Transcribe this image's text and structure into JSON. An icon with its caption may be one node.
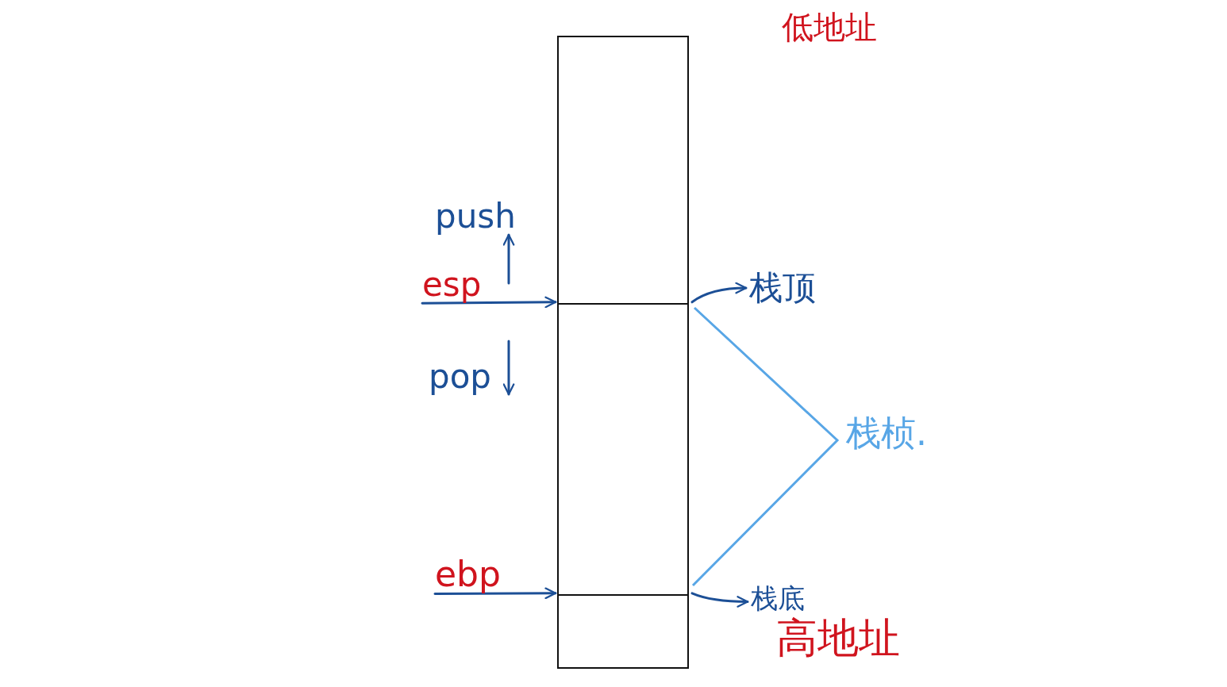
{
  "diagram": {
    "nodes": [
      {
        "text": [],
        "shape": "box"
      },
      {
        "text": [
          "esp"
        ]
      },
      {
        "text": [
          "栈顶"
        ]
      },
      {
        "text": [
          "ebp"
        ]
      },
      {
        "text": [
          "栈底"
        ]
      }
    ],
    "edges": [
      {
        "from": 1,
        "to": 0,
        "arrow": "to"
      },
      {
        "from": 0,
        "to": 2,
        "arrow": "to"
      },
      {
        "from": 3,
        "to": 0,
        "arrow": "to"
      },
      {
        "from": 0,
        "to": 4,
        "arrow": "to"
      }
    ],
    "labels": [
      "低地址",
      "push",
      "pop",
      "栈桢.",
      "高地址"
    ]
  }
}
